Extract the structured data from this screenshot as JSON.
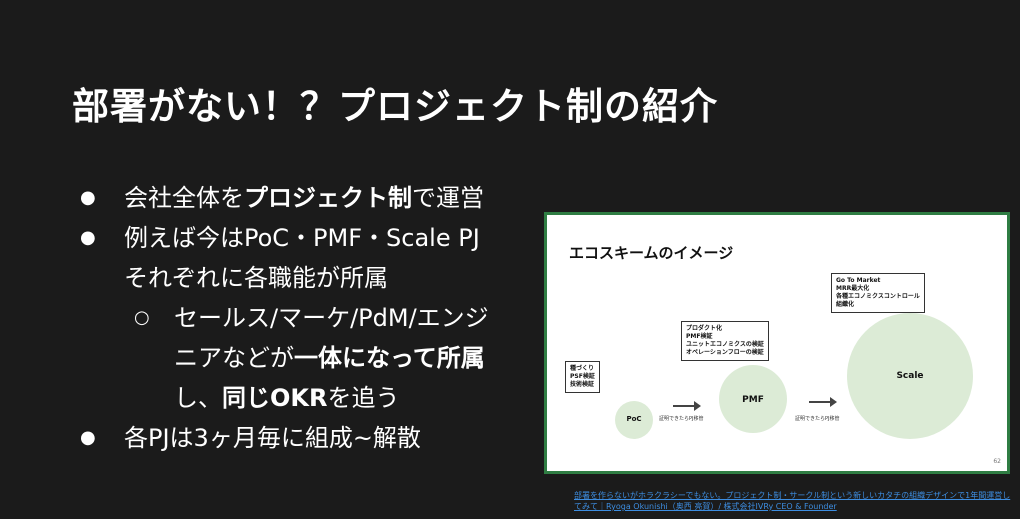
{
  "title": "部署がない！？プロジェクト制の紹介",
  "bullets": {
    "b1_pre": "会社全体を",
    "b1_bold": "プロジェクト制",
    "b1_post": "で運営",
    "b2_line1": "例えば今はPoC・PMF・Scale PJ",
    "b2_line2": "それぞれに各職能が所属",
    "b3_line1": "セールス/マーケ/PdM/エンジ",
    "b3_line2_pre": "ニアなどが",
    "b3_line2_bold": "一体になって所属",
    "b3_line3_pre": "し、",
    "b3_line3_bold": "同じOKR",
    "b3_line3_post": "を追う",
    "b4": "各PJは3ヶ月毎に組成~解散",
    "dot": "●",
    "subdot": "○"
  },
  "slide": {
    "title": "エコスキームのイメージ",
    "poc_label": "PoC",
    "pmf_label": "PMF",
    "scale_label": "Scale",
    "poc_box": [
      "種づくり",
      "PSF検証",
      "技術検証"
    ],
    "pmf_box": [
      "プロダクト化",
      "PMF検証",
      "ユニットエコノミクスの検証",
      "オペレーションフローの検証"
    ],
    "scale_box": [
      "Go To Market",
      "MRR最大化",
      "各種エコノミクスコントロール",
      "組織化"
    ],
    "arrow_note1": "証明できたらPJ移管",
    "arrow_note2": "証明できたらPJ移管",
    "page_number": "62"
  },
  "caption": "部署を作らないがホラクラシーでもない。プロジェクト制・サークル制という新しいカタチの組織デザインで1年間運営してみて｜Ryoga Okunishi（奥西 亮賀）/ 株式会社IVRy CEO & Founder"
}
